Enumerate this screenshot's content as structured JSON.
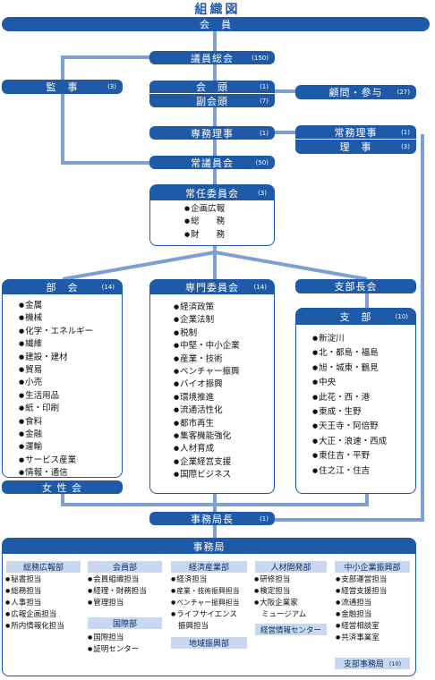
{
  "title": "組織図",
  "members": "会　員",
  "assembly": {
    "label": "議員総会",
    "count": "(150)"
  },
  "auditors": {
    "label": "監　事",
    "count": "(3)"
  },
  "chairman": {
    "label": "会　頭",
    "count": "(1)"
  },
  "vice_chairman": {
    "label": "副会頭",
    "count": "(7)"
  },
  "advisors": {
    "label": "顧問・参与",
    "count": "(27)"
  },
  "exec_director": {
    "label": "専務理事",
    "count": "(1)"
  },
  "managing_director": {
    "label": "常務理事",
    "count": "(1)"
  },
  "directors": {
    "label": "理　事",
    "count": "(3)"
  },
  "standing_members": {
    "label": "常議員会",
    "count": "(50)"
  },
  "standing_committee": {
    "label": "常任委員会",
    "count": "(3)",
    "items": [
      "企画広報",
      "総　　務",
      "財　　務"
    ]
  },
  "divisions": {
    "label": "部　会",
    "count": "(14)",
    "items": [
      "金属",
      "機械",
      "化学・エネルギー",
      "繊維",
      "建設・建材",
      "貿易",
      "小売",
      "生活用品",
      "紙・印刷",
      "食料",
      "金融",
      "運輸",
      "サービス産業",
      "情報・通信"
    ]
  },
  "womens": {
    "label": "女 性 会"
  },
  "special_committees": {
    "label": "専門委員会",
    "count": "(14)",
    "items": [
      "経済政策",
      "企業法制",
      "税制",
      "中堅・中小企業",
      "産業・技術",
      "ベンチャー振興",
      "バイオ振興",
      "環境推進",
      "流通活性化",
      "都市再生",
      "集客機能強化",
      "人材育成",
      "企業経営支援",
      "国際ビジネス"
    ]
  },
  "branch_chiefs": {
    "label": "支部長会"
  },
  "branches": {
    "label": "支　部",
    "count": "(10)",
    "items": [
      "新淀川",
      "北・都島・福島",
      "旭・城東・鶴見",
      "中央",
      "此花・西・港",
      "東成・生野",
      "天王寺・阿倍野",
      "大正・浪速・西成",
      "東住吉・平野",
      "住之江・住吉"
    ]
  },
  "secretary_general": {
    "label": "事務局長",
    "count": "(1)"
  },
  "secretariat": {
    "label": "事務局",
    "general_affairs": {
      "label": "総務広報部",
      "items": [
        "秘書担当",
        "総務担当",
        "人事担当",
        "広報企画担当",
        "所内情報化担当"
      ]
    },
    "membership": {
      "label": "会員部",
      "items": [
        "会員組織担当",
        "経理・財務担当",
        "管理担当"
      ]
    },
    "international": {
      "label": "国際部",
      "items": [
        "国際担当",
        "証明センター"
      ]
    },
    "economy_industry": {
      "label": "経済産業部",
      "items": [
        "経済担当",
        "産業・技術振興担当",
        "ベンチャー振興担当",
        "ライフサイエンス"
      ],
      "item_cont": "振興担当"
    },
    "regional": {
      "label": "地域振興部"
    },
    "hr_dev": {
      "label": "人材開発部",
      "items": [
        "研修担当",
        "検定担当",
        "大阪企業家"
      ],
      "item_cont": "ミュージアム"
    },
    "management_info": {
      "label": "経営情報センター"
    },
    "sme": {
      "label": "中小企業振興部",
      "items": [
        "支部運営担当",
        "経営支援担当",
        "流通担当",
        "金融担当",
        "経営相談室",
        "共済事業室"
      ]
    },
    "branch_office": {
      "label": "支部事務局",
      "count": "(10)"
    }
  }
}
